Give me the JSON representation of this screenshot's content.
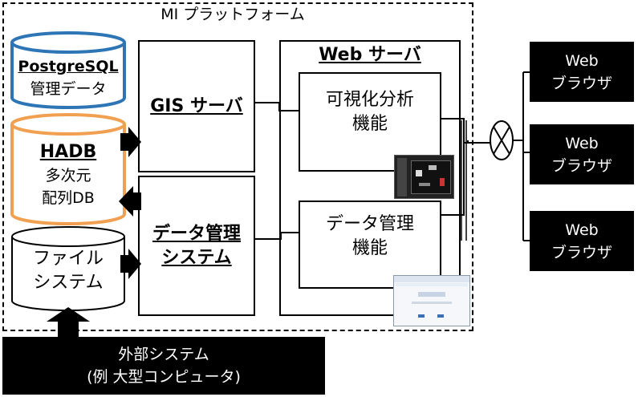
{
  "platform": {
    "label": "MI プラットフォーム"
  },
  "storage": {
    "postgres": {
      "title": "PostgreSQL",
      "subtitle": "管理データ"
    },
    "hadb": {
      "title": "HADB",
      "line1": "多次元",
      "line2": "配列DB"
    },
    "filesystem": {
      "line1": "ファイル",
      "line2": "システム"
    }
  },
  "gis_server": {
    "label": "GIS サーバ"
  },
  "data_management_system": {
    "line1": "データ管理",
    "line2": "システム"
  },
  "web_server": {
    "title": "Web サーバ",
    "visualization": {
      "line1": "可視化分析",
      "line2": "機能"
    },
    "data_function": {
      "line1": "データ管理",
      "line2": "機能"
    }
  },
  "browsers": [
    {
      "line1": "Web",
      "line2": "ブラウザ"
    },
    {
      "line1": "Web",
      "line2": "ブラウザ"
    },
    {
      "line1": "Web",
      "line2": "ブラウザ"
    }
  ],
  "external": {
    "line1": "外部システム",
    "line2": "(例 大型コンピュータ)"
  },
  "colors": {
    "postgres_border": "#2E75B6",
    "hadb_border": "#F0A050",
    "accent": "#000000"
  }
}
